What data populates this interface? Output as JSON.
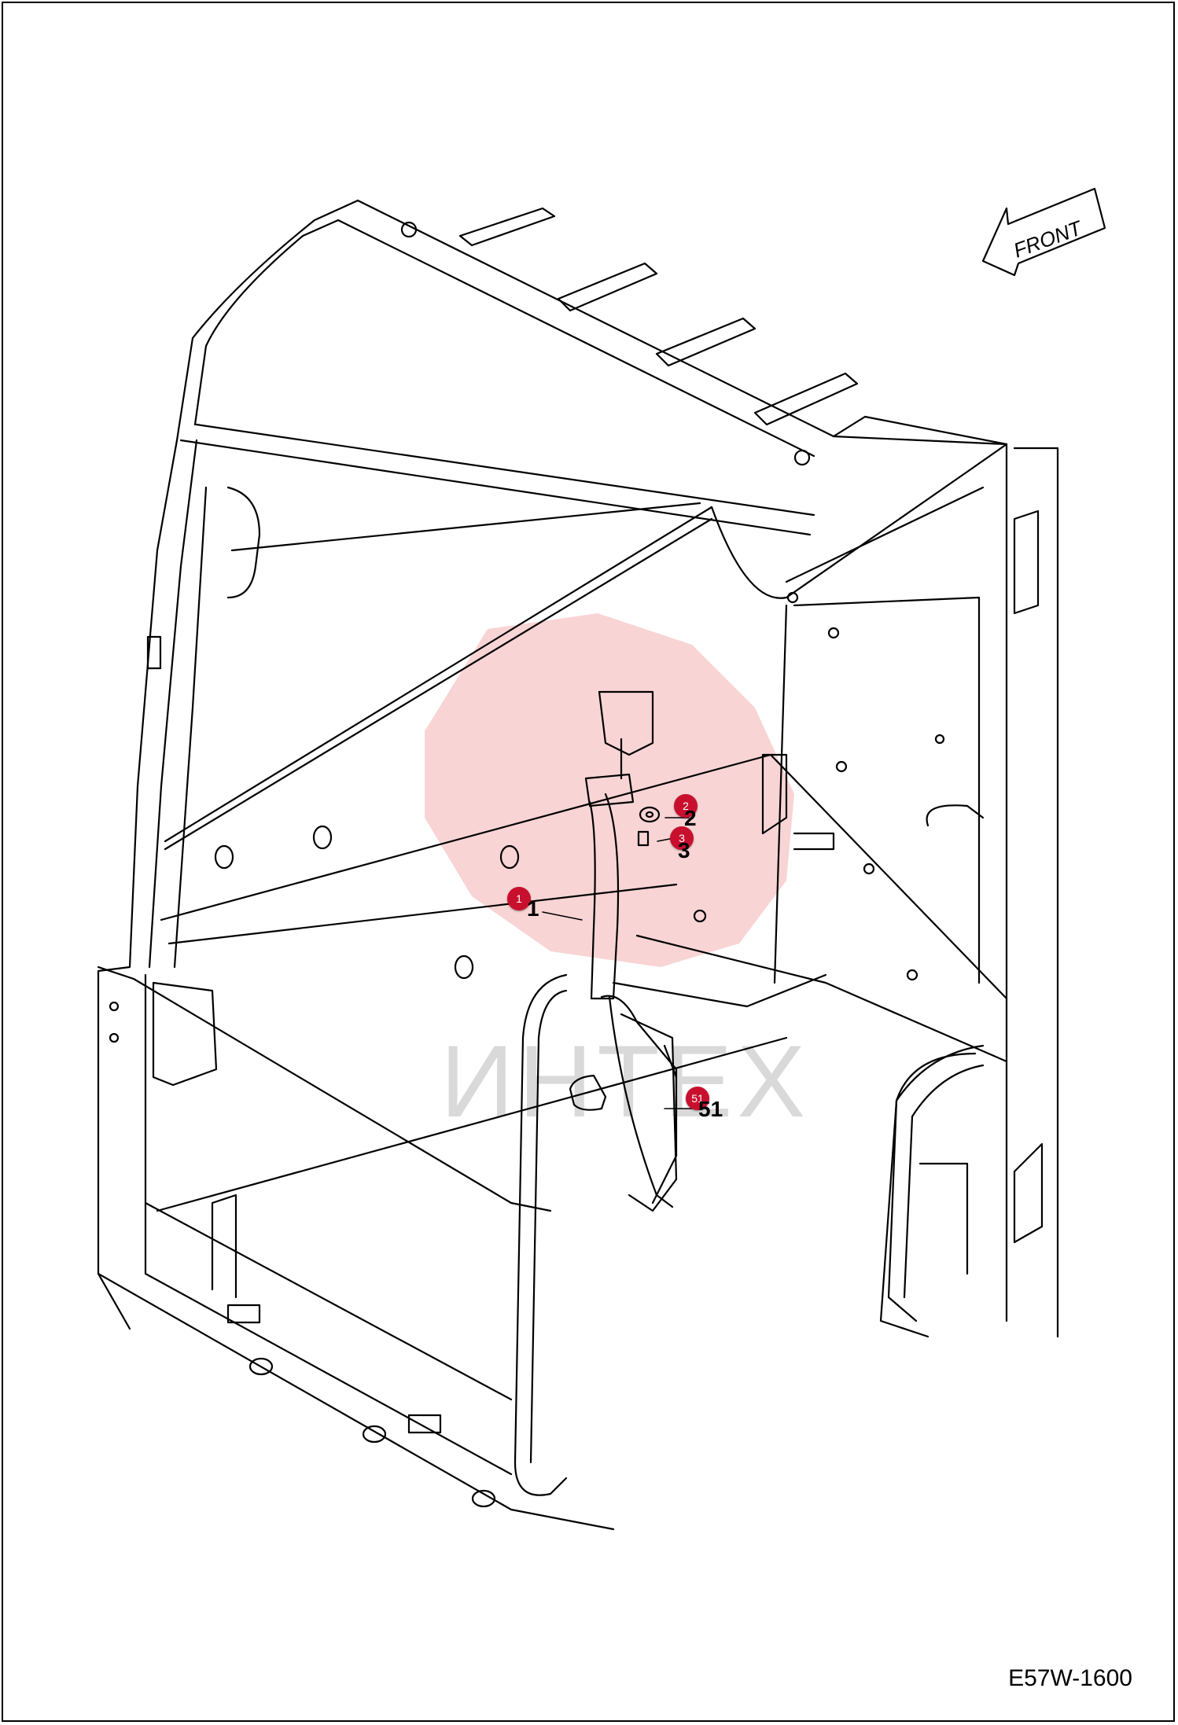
{
  "front_arrow": {
    "label": "FRONT"
  },
  "watermark": {
    "text": "ИНТЕХ"
  },
  "callouts": [
    {
      "id": "1",
      "label": "1",
      "part_number": "1"
    },
    {
      "id": "2",
      "label": "2",
      "part_number": "2"
    },
    {
      "id": "3",
      "label": "3",
      "part_number": "3"
    },
    {
      "id": "51",
      "label": "51",
      "part_number": "51"
    }
  ],
  "drawing_code": "E57W-1600",
  "colors": {
    "callout": "#c8102e",
    "watermark": "#f2a0a0",
    "line": "#000000"
  }
}
